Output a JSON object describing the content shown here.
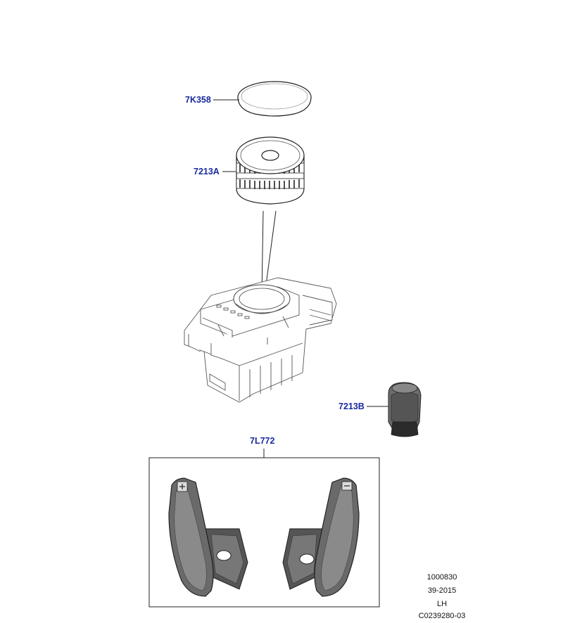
{
  "callouts": {
    "cap": "7K358",
    "knob": "7213A",
    "rotary_knob": "7213B",
    "paddles": "7L772"
  },
  "footer": {
    "line1": "1000830",
    "line2": "39-2015",
    "line3": "LH",
    "line4": "C0239280-03"
  },
  "colors": {
    "callout": "#1a2a9e",
    "line": "#222222"
  }
}
